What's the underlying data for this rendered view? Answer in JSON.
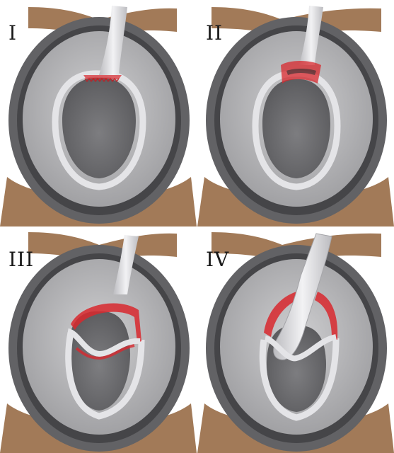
{
  "panels": [
    {
      "label": "I"
    },
    {
      "label": "II"
    },
    {
      "label": "III"
    },
    {
      "label": "IV"
    }
  ],
  "colors": {
    "skin": "#a27a58",
    "outer_ring": "#626265",
    "groove": "#404043",
    "inner_plate": "#b7b7b9",
    "cavity": "#6e6e70",
    "tendon": "#e3e3e6",
    "tear": "#d8282e"
  }
}
